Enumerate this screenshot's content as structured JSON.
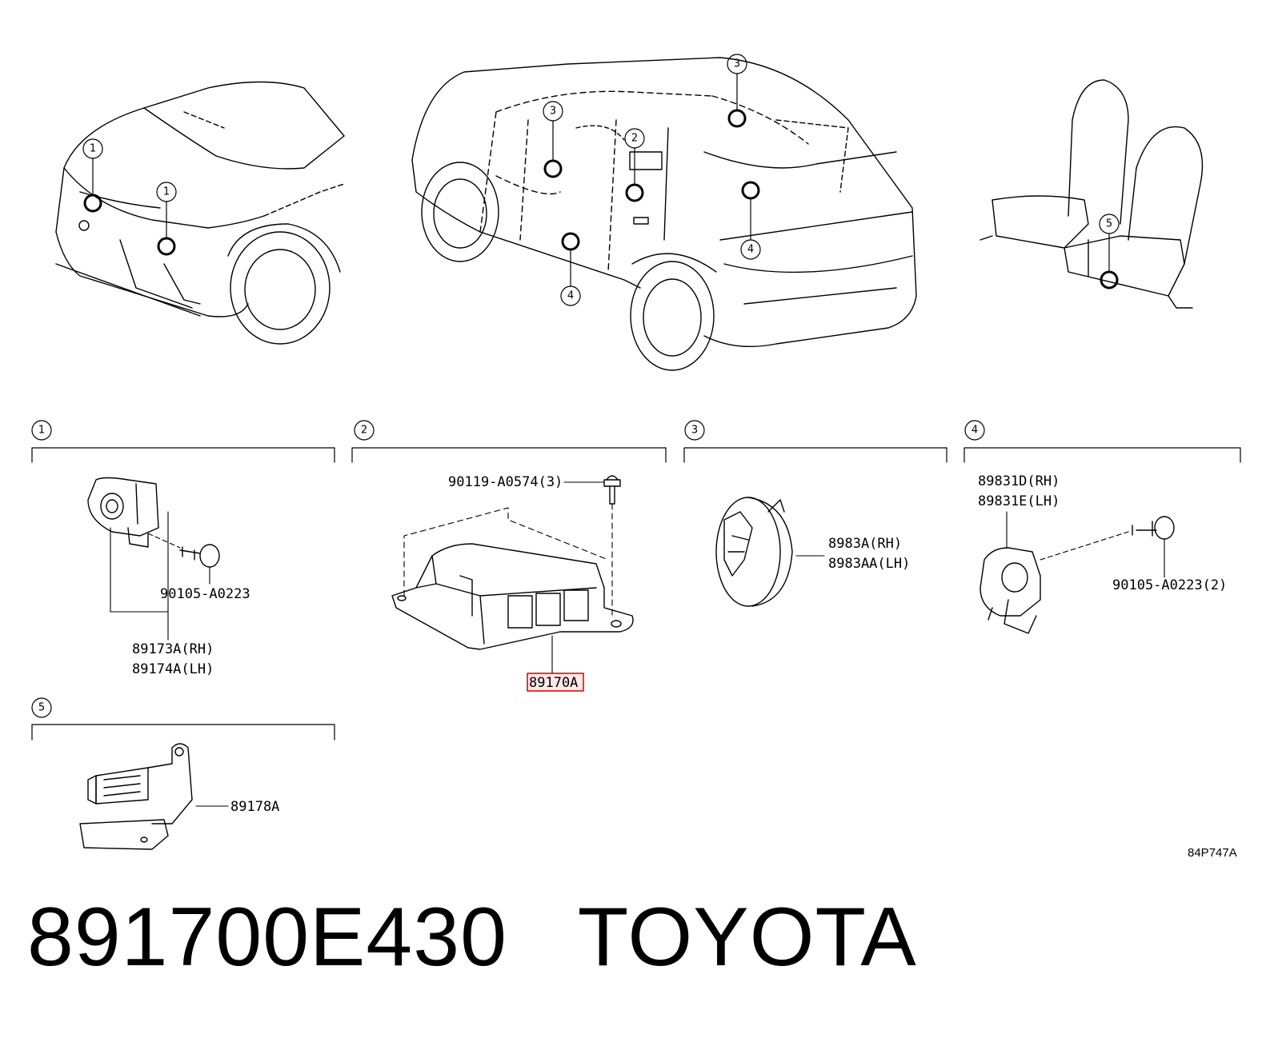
{
  "callout_numbers": [
    "1",
    "2",
    "3",
    "4",
    "5"
  ],
  "sections": {
    "s1": {
      "callout": "1",
      "labels": {
        "bolt": "90105-A0223",
        "part_rh": "89173A(RH)",
        "part_lh": "89174A(LH)"
      }
    },
    "s2": {
      "callout": "2",
      "labels": {
        "bolt": "90119-A0574(3)",
        "part": "89170A"
      }
    },
    "s3": {
      "callout": "3",
      "labels": {
        "part_rh": "8983A(RH)",
        "part_lh": "8983AA(LH)"
      }
    },
    "s4": {
      "callout": "4",
      "labels": {
        "part_rh": "89831D(RH)",
        "part_lh": "89831E(LH)",
        "bolt": "90105-A0223(2)"
      }
    },
    "s5": {
      "callout": "5",
      "labels": {
        "part": "89178A"
      }
    }
  },
  "figure_ref": "84P747A",
  "footer": {
    "part_number": "891700E430",
    "brand": "TOYOTA"
  },
  "highlight_color": "#d40000"
}
